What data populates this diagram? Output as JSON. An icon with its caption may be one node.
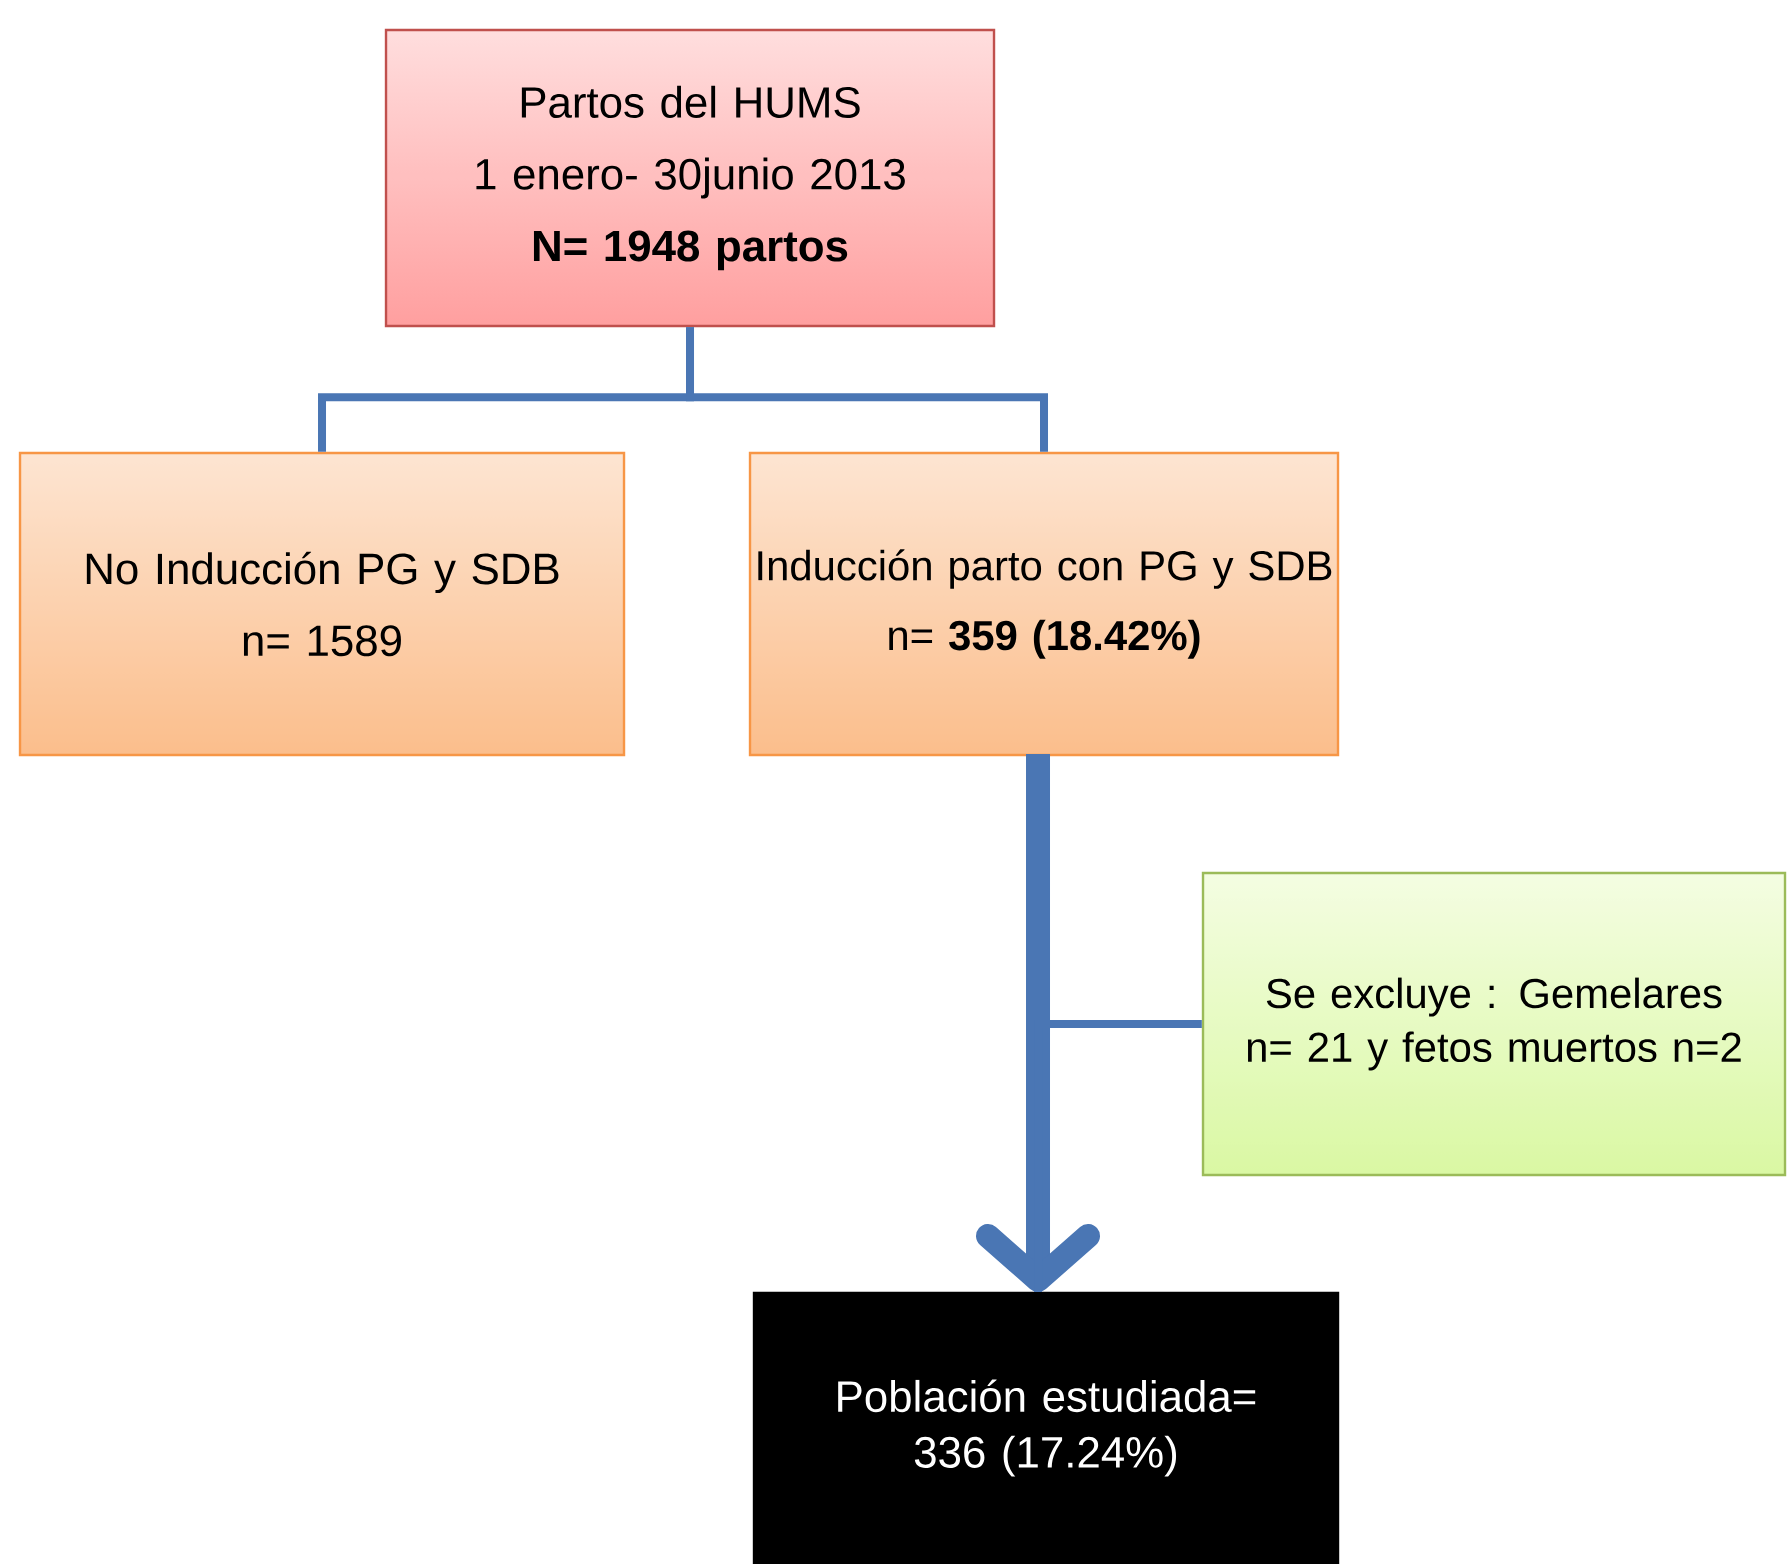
{
  "diagram": {
    "nodes": [
      {
        "text": [
          "Partos del HUMS",
          "1 enero- 30junio 2013",
          "N= 1948 partos"
        ]
      },
      {
        "text": [
          "No Inducción PG y SDB",
          "n= 1589"
        ]
      },
      {
        "text": [
          "Inducción parto con PG y SDB",
          "n= **359 (18.42%)**"
        ]
      },
      {
        "text": [
          "Se excluye : Gemelares n= 21 y fetos muertos n=2"
        ]
      },
      {
        "text": [
          "Población estudiada= 336 (17.24%)"
        ]
      }
    ],
    "edges": [
      {
        "from": 0,
        "to": 1,
        "arrow": "none"
      },
      {
        "from": 0,
        "to": 2,
        "arrow": "none"
      },
      {
        "from": 2,
        "to": 4,
        "arrow": "to",
        "style": "thick"
      },
      {
        "from": 3,
        "to": 4,
        "arrow": "none"
      }
    ]
  }
}
